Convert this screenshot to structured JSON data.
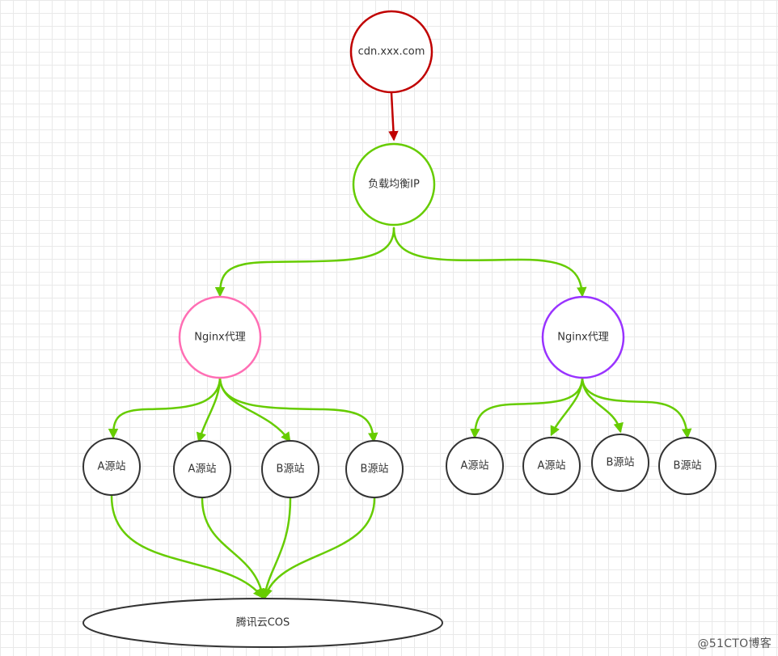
{
  "nodes": {
    "cdn": {
      "label": "cdn.xxx.com"
    },
    "lb": {
      "label": "负载均衡IP"
    },
    "nginx_left": {
      "label": "Nginx代理"
    },
    "nginx_right": {
      "label": "Nginx代理"
    },
    "l1": {
      "label": "A源站"
    },
    "l2": {
      "label": "A源站"
    },
    "l3": {
      "label": "B源站"
    },
    "l4": {
      "label": "B源站"
    },
    "r1": {
      "label": "A源站"
    },
    "r2": {
      "label": "A源站"
    },
    "r3": {
      "label": "B源站"
    },
    "r4": {
      "label": "B源站"
    },
    "cos": {
      "label": "腾讯云COS"
    }
  },
  "colors": {
    "cdn_border": "#c00000",
    "cdn_arrow": "#c00000",
    "lb_border": "#66cc00",
    "arrows": "#66cc00",
    "nginx_left_border": "#ff6eb4",
    "nginx_right_border": "#9933ff",
    "origin_border": "#333333",
    "cos_border": "#333333"
  },
  "watermark": "@51CTO博客"
}
